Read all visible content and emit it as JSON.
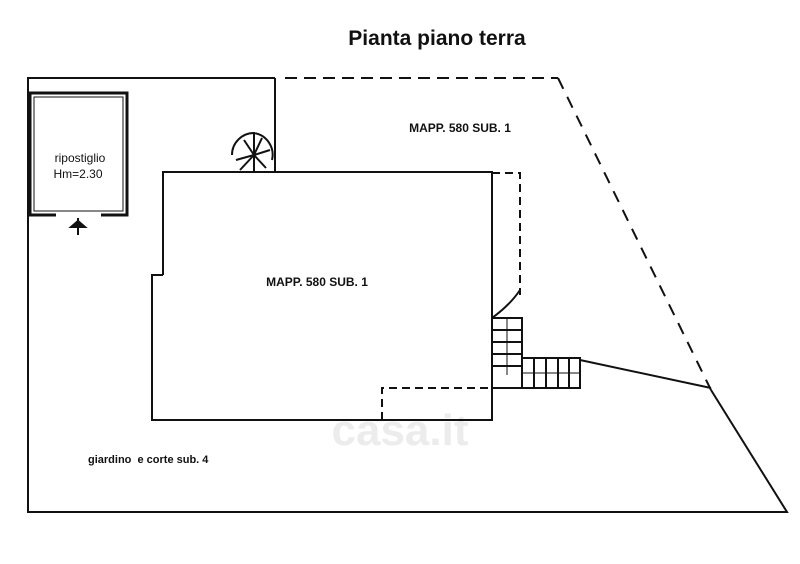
{
  "title": "Pianta piano terra",
  "labels": {
    "storage_name": "ripostiglio",
    "storage_height": "Hm=2.30",
    "upper_parcel": "MAPP. 580 SUB. 1",
    "building_parcel": "MAPP. 580 SUB. 1",
    "garden": "giardino  e corte sub. 4"
  },
  "watermark": "casa.it",
  "colors": {
    "line": "#111111",
    "watermark": "#e6e6e6"
  }
}
